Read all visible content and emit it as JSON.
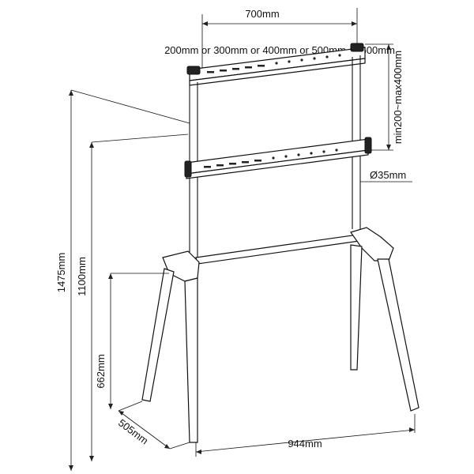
{
  "labels": {
    "width_top": "700mm",
    "vesa": "200mm or 300mm or 400mm or 500mm or 600mm",
    "vertical_span": "min200~max400mm",
    "pole_diameter": "Ø35mm",
    "total_height": "1475mm",
    "mid_height": "1100mm",
    "leg_height": "662mm",
    "depth": "505mm",
    "base_width": "944mm"
  },
  "colors": {
    "stroke": "#111111",
    "background": "#ffffff"
  }
}
